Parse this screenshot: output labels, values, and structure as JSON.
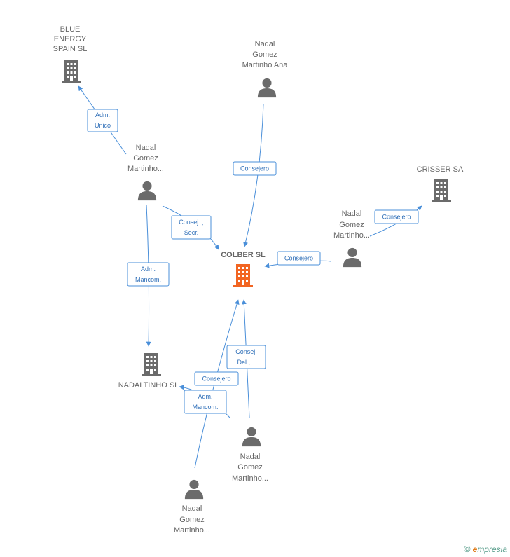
{
  "diagram": {
    "nodes": {
      "blue_energy": {
        "type": "company",
        "label_lines": [
          "BLUE",
          "ENERGY",
          "SPAIN  SL"
        ]
      },
      "nadal_ana": {
        "type": "person",
        "label_lines": [
          "Nadal",
          "Gomez",
          "Martinho Ana"
        ]
      },
      "crisser": {
        "type": "company",
        "label_lines": [
          "CRISSER SA"
        ]
      },
      "nadal_left": {
        "type": "person",
        "label_lines": [
          "Nadal",
          "Gomez",
          "Martinho..."
        ]
      },
      "nadal_right": {
        "type": "person",
        "label_lines": [
          "Nadal",
          "Gomez",
          "Martinho..."
        ]
      },
      "colber": {
        "type": "company",
        "main": true,
        "label_lines": [
          "COLBER SL"
        ]
      },
      "nadaltinho": {
        "type": "company",
        "label_lines": [
          "NADALTINHO SL"
        ]
      },
      "nadal_bottom_right": {
        "type": "person",
        "label_lines": [
          "Nadal",
          "Gomez",
          "Martinho..."
        ]
      },
      "nadal_bottom": {
        "type": "person",
        "label_lines": [
          "Nadal",
          "Gomez",
          "Martinho..."
        ]
      }
    },
    "edges": {
      "adm_unico": {
        "label_lines": [
          "Adm.",
          "Unico"
        ]
      },
      "consejero_ana": {
        "label_lines": [
          "Consejero"
        ]
      },
      "consejero_crisser": {
        "label_lines": [
          "Consejero"
        ]
      },
      "consej_secr": {
        "label_lines": [
          "Consej. ,",
          "Secr."
        ]
      },
      "consejero_right": {
        "label_lines": [
          "Consejero"
        ]
      },
      "adm_mancom_left": {
        "label_lines": [
          "Adm.",
          "Mancom."
        ]
      },
      "consej_del": {
        "label_lines": [
          "Consej.",
          "Del.,..."
        ]
      },
      "consejero_bottom": {
        "label_lines": [
          "Consejero"
        ]
      },
      "adm_mancom_bottom": {
        "label_lines": [
          "Adm.",
          "Mancom."
        ]
      }
    },
    "colors": {
      "edge": "#4a8fd9",
      "edge_text": "#2f6fb8",
      "node_gray": "#6b6b6b",
      "main_company": "#f26522"
    }
  },
  "footer": {
    "copyright_symbol": "©",
    "brand_initial": "e",
    "brand_rest": "mpresia"
  }
}
